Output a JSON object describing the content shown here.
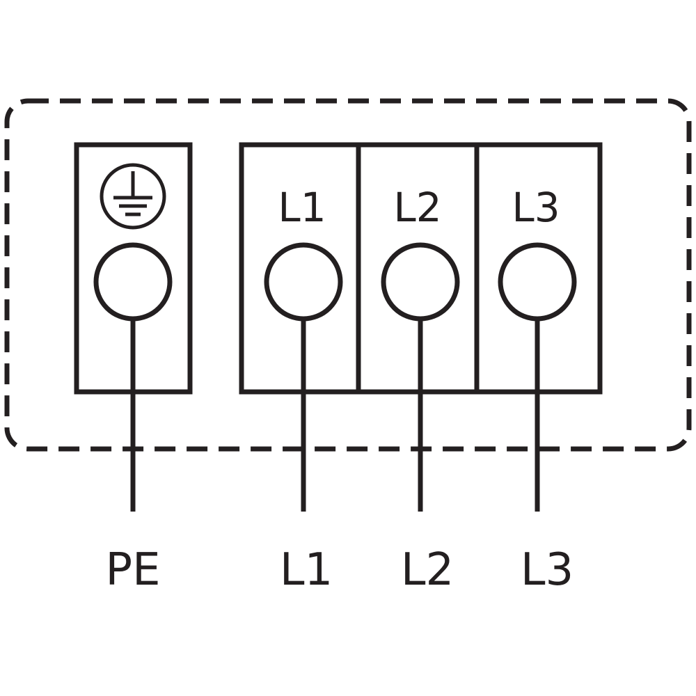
{
  "colors": {
    "ink": "#231f20",
    "background": "#ffffff"
  },
  "ground_terminal": {
    "symbol": "earth-ground-icon"
  },
  "terminals": [
    {
      "id": "l1",
      "label": "L1"
    },
    {
      "id": "l2",
      "label": "L2"
    },
    {
      "id": "l3",
      "label": "L3"
    }
  ],
  "wire_labels": {
    "pe": "PE",
    "l1": "L1",
    "l2": "L2",
    "l3": "L3"
  }
}
